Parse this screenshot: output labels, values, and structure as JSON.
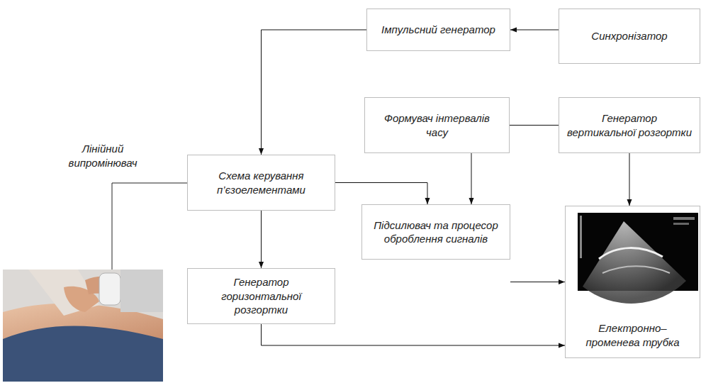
{
  "diagram": {
    "nodes": [
      {
        "text": [
          "Імпульсний генератор"
        ]
      },
      {
        "text": [
          "Синхронізатор"
        ]
      },
      {
        "text": [
          "Формувач інтервалів часу"
        ]
      },
      {
        "text": [
          "Генератор вертикальної розгортки"
        ]
      },
      {
        "text": [
          "Схема керування п’єзоелементами"
        ]
      },
      {
        "text": [
          "Підсилювач та процесор оброблення сигналів"
        ]
      },
      {
        "text": [
          "Електронно–променева трубка"
        ]
      },
      {
        "text": [
          "Генератор горизонтальної розгортки"
        ]
      }
    ],
    "edges": [
      {
        "from": 1,
        "to": 0,
        "arrow": "to"
      },
      {
        "from": 0,
        "to": 4,
        "arrow": "to"
      },
      {
        "from": 4,
        "to": 5,
        "arrow": "to"
      },
      {
        "from": 2,
        "to": 5,
        "arrow": "to"
      },
      {
        "from": 2,
        "to": 3,
        "arrow": "none"
      },
      {
        "from": 3,
        "to": 6,
        "arrow": "to"
      },
      {
        "from": 5,
        "to": 6,
        "arrow": "to"
      },
      {
        "from": 4,
        "to": 7,
        "arrow": "to"
      },
      {
        "from": 7,
        "to": 6,
        "arrow": "to"
      }
    ],
    "labels": [
      "Лінійний випромінювач"
    ]
  }
}
